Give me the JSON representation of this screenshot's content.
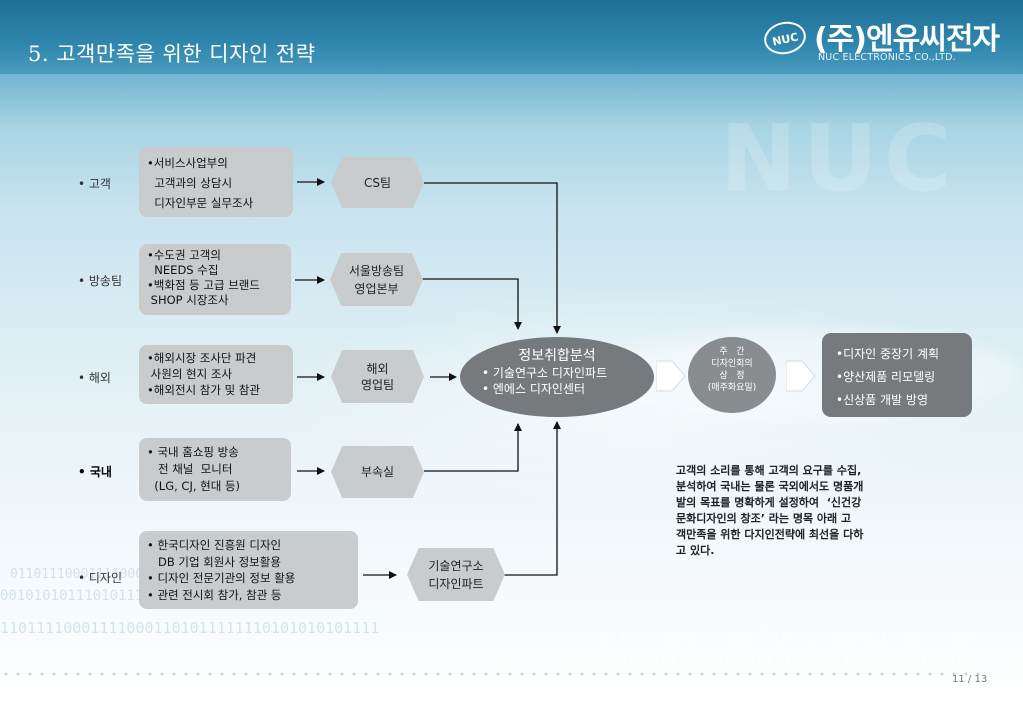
{
  "slide": {
    "title": "5. 고객만족을 위한 디자인 전략",
    "page_number": "11 / 13"
  },
  "logo": {
    "emblem_text": "NUC",
    "company_name": "(주)엔유씨전자",
    "subtitle": "NUC ELECTRONICS CO.,LTD."
  },
  "background": {
    "watermark": "NUC",
    "binary_rows": [
      "0110111000111100011100111000001110001110011",
      "000010101011101110001111000111010101111110",
      "0000101010101110111000111100011101010111101010",
      "01101110001111000111001110000011100011100",
      "0010101011101011100011110001110101011111",
      "110111100011110001101011111110101010101111"
    ]
  },
  "categories": [
    {
      "label": "• 고객",
      "highlight": false
    },
    {
      "label": "• 방송팀",
      "highlight": false
    },
    {
      "label": "• 해외",
      "highlight": false
    },
    {
      "label": "• 국내",
      "highlight": true
    },
    {
      "label": "• 디자인",
      "highlight": false
    }
  ],
  "sources": [
    {
      "lines": [
        "•서비스사업부의",
        "  고객과의 상담시",
        "  디자인부문 실무조사"
      ]
    },
    {
      "lines": [
        "•수도권 고객의",
        "  NEEDS 수집",
        "•백화점 등 고급 브랜드",
        " SHOP 시장조사"
      ]
    },
    {
      "lines": [
        "•해외시장 조사단 파견",
        " 사원의 현지 조사",
        "•해외전시 참가 및 참관"
      ]
    },
    {
      "lines": [
        "• 국내 홈쇼핑 방송",
        "   전 채널  모니터",
        "  (LG, CJ, 현대 등)"
      ]
    },
    {
      "lines": [
        "• 한국디자인 진흥원 디자인",
        "   DB 기업 회원사 정보활용",
        "• 디자인 전문기관의 정보 활용",
        "• 관련 전시회 참가, 참관 등"
      ]
    }
  ],
  "teams": [
    {
      "lines": [
        "CS팀"
      ]
    },
    {
      "lines": [
        "서울방송팀",
        "영업본부"
      ]
    },
    {
      "lines": [
        "해외",
        "영업팀"
      ]
    },
    {
      "lines": [
        "부속실"
      ]
    },
    {
      "lines": [
        "기술연구소",
        "디자인파트"
      ]
    }
  ],
  "analysis": {
    "title": "정보취합분석",
    "items": [
      "•  기술연구소 디자인파트",
      "•  엔에스 디자인센터"
    ]
  },
  "meeting": {
    "lines": [
      "주   간",
      "디자인회의",
      "상   정",
      "(매주화요일)"
    ]
  },
  "results": [
    "•디자인 중장기 계획",
    "•양산제품 리모델링",
    "•신상품 개발 방영"
  ],
  "description": [
    "고객의 소리를 통해 고객의 요구를 수집,",
    "분석하여 국내는 물론 국외에서도 명품개",
    "발의 목표를 명확하게 설정하여  ‘신건강",
    "문화디자인의 창조’ 라는 명목 아래 고",
    "객만족을 위한 다지인전략에 최선을 다하",
    "고 있다."
  ]
}
